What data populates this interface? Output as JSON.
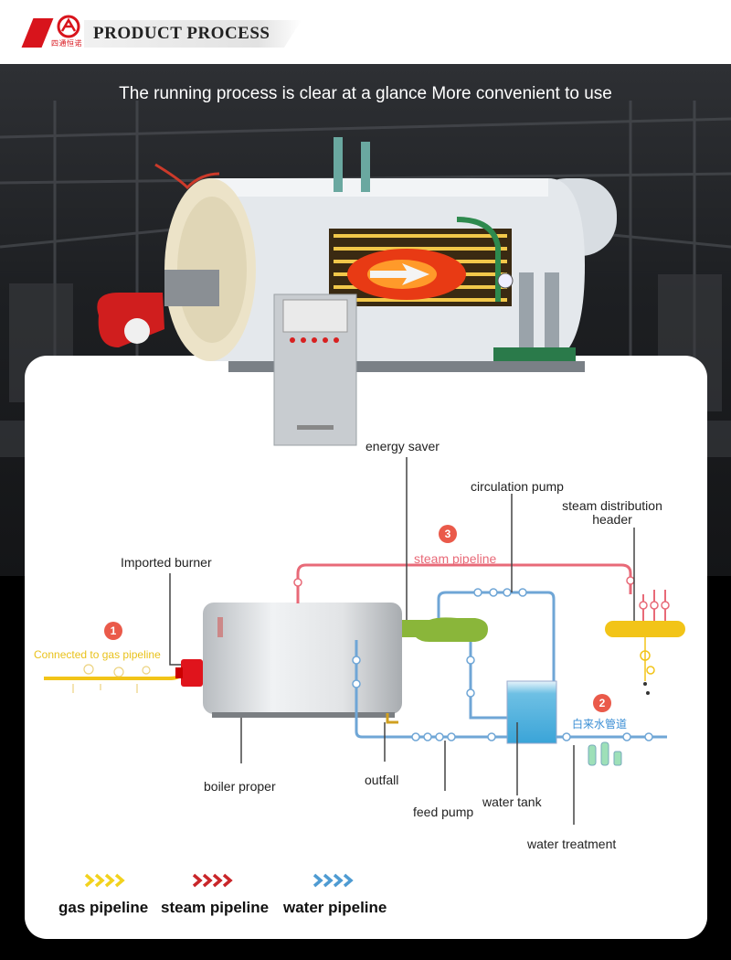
{
  "header": {
    "logo_text": "四通恒诺",
    "title": "PRODUCT PROCESS"
  },
  "banner": {
    "tagline": "The running process is clear at a glance More convenient to use"
  },
  "diagram": {
    "components": {
      "energy_saver": "energy saver",
      "circulation_pump": "circulation pump",
      "steam_header": "steam distribution\nheader",
      "imported_burner": "Imported burner",
      "boiler_proper": "boiler proper",
      "outfall": "outfall",
      "feed_pump": "feed pump",
      "water_tank": "water tank",
      "water_treatment": "water treatment"
    },
    "pipelines": {
      "gas_inlet": "Connected to gas pipeline",
      "steam": "steam pipeline",
      "tap_water": "白来水管道"
    },
    "badges": [
      "1",
      "2",
      "3"
    ],
    "colors": {
      "gas": "#f2c418",
      "steam": "#e86a78",
      "water": "#6fa6d6",
      "burner": "#e0141c",
      "energy_saver": "#8ab63a",
      "header": "#f2c418",
      "badge": "#ea5a4a"
    }
  },
  "legend": [
    {
      "label": "gas pipeline",
      "color": "#f2d21e"
    },
    {
      "label": "steam pipeline",
      "color": "#c9262a"
    },
    {
      "label": "water pipeline",
      "color": "#4e9bd2"
    }
  ]
}
